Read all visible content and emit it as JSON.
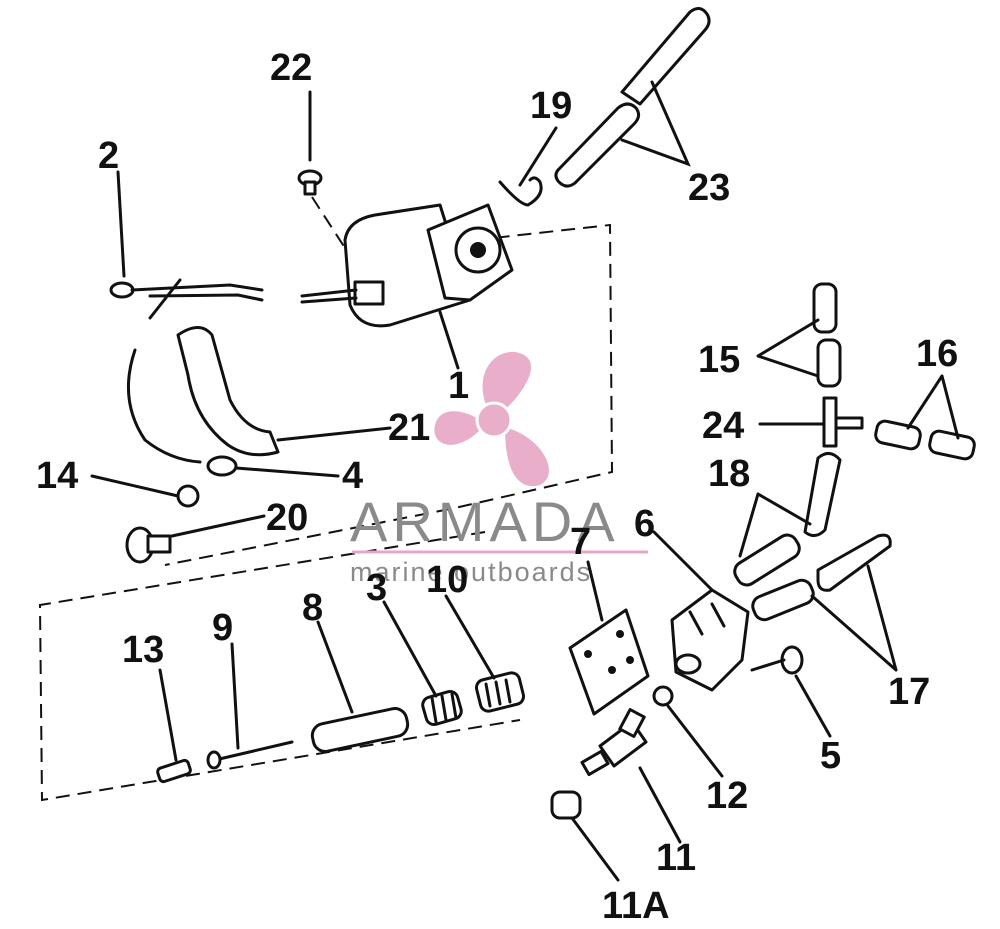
{
  "watermark": {
    "brand": "ARMADA",
    "tagline": "marine outboards",
    "accent_color": "#e7a6c4",
    "text_color": "#8a8a8a"
  },
  "callouts": {
    "c1": "1",
    "c2": "2",
    "c3": "3",
    "c4": "4",
    "c5": "5",
    "c6": "6",
    "c7": "7",
    "c8": "8",
    "c9": "9",
    "c10": "10",
    "c11": "11",
    "c11a": "11A",
    "c12": "12",
    "c13": "13",
    "c14": "14",
    "c15": "15",
    "c16": "16",
    "c17": "17",
    "c18": "18",
    "c19": "19",
    "c20": "20",
    "c21": "21",
    "c22": "22",
    "c23": "23",
    "c24": "24"
  }
}
